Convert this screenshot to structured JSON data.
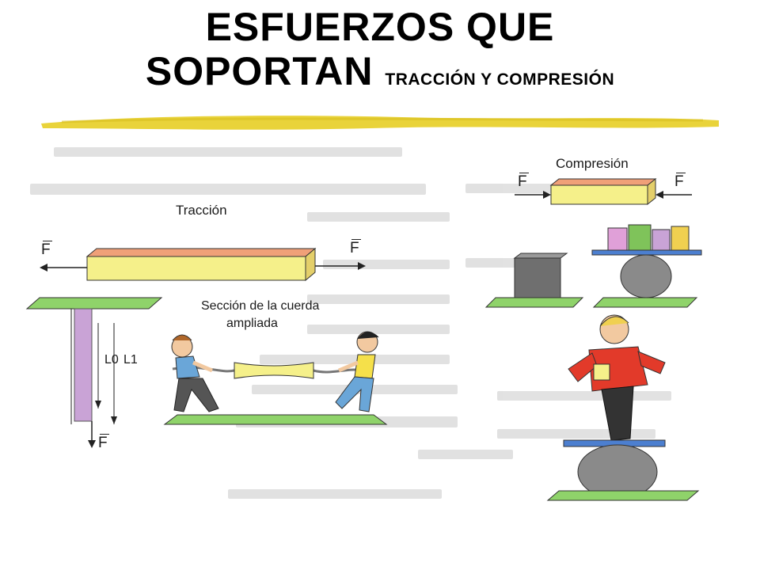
{
  "slide": {
    "title_line1": "ESFUERZOS QUE",
    "title_line2": "SOPORTAN",
    "title_sub": "TRACCIÓN Y COMPRESIÓN"
  },
  "figure": {
    "traccion_label": "Tracción",
    "compresion_label": "Compresión",
    "seccion_label_1": "Sección de la cuerda",
    "seccion_label_2": "ampliada",
    "force_symbol": "F",
    "l0_label": "L0",
    "l1_label": "L1"
  },
  "colors": {
    "highlight": "#e9d33a",
    "bar_fill": "#f5f08a",
    "bar_top": "#f0a078",
    "ground": "#8fd36a",
    "shelf_blue": "#4c7fd0",
    "rod_purple": "#c9a3d6",
    "jacket_red": "#e23a2a"
  }
}
